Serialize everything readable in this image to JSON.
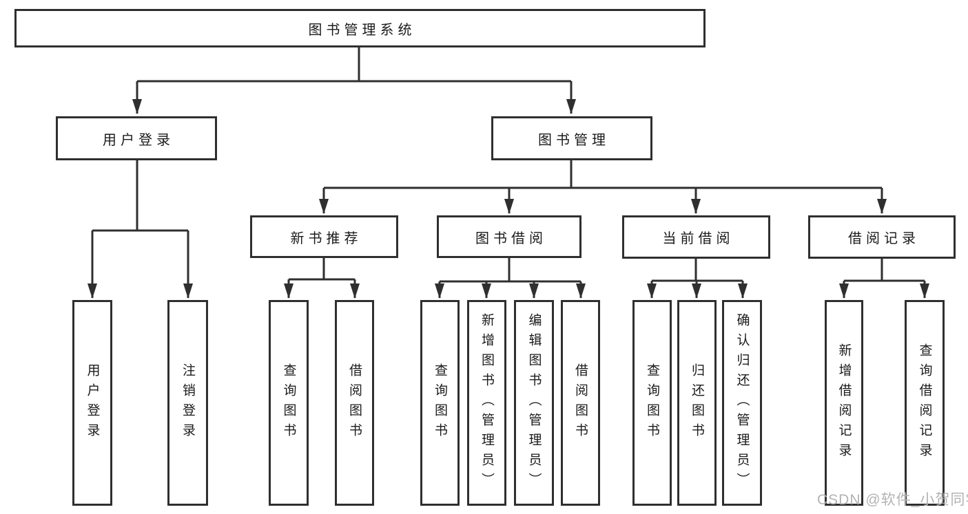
{
  "diagram_title": "图书管理系统",
  "colors": {
    "line": "#2f2f2f",
    "box_border": "#2f2f2f",
    "text": "#1b1b1b",
    "watermark": "#b3b3b3",
    "background": "#ffffff"
  },
  "nodes": {
    "root": {
      "label": "图书管理系统"
    },
    "user_login": {
      "label": "用户登录"
    },
    "book_mgmt": {
      "label": "图书管理"
    },
    "new_book_rec": {
      "label": "新书推荐"
    },
    "book_borrow": {
      "label": "图书借阅"
    },
    "current_borrow": {
      "label": "当前借阅"
    },
    "borrow_record": {
      "label": "借阅记录"
    },
    "leaf_user_login": {
      "label": "用户登录"
    },
    "leaf_logout": {
      "label": "注销登录"
    },
    "leaf_query_book_rec": {
      "label": "查询图书"
    },
    "leaf_borrow_book_rec": {
      "label": "借阅图书"
    },
    "leaf_query_book_borrow": {
      "label": "查询图书"
    },
    "leaf_add_book": {
      "label": "新增图书（管理员）"
    },
    "leaf_edit_book": {
      "label": "编辑图书（管理员）"
    },
    "leaf_borrow_book_borrow": {
      "label": "借阅图书"
    },
    "leaf_query_book_current": {
      "label": "查询图书"
    },
    "leaf_return_book": {
      "label": "归还图书"
    },
    "leaf_confirm_return": {
      "label": "确认归还（管理员）"
    },
    "leaf_add_record": {
      "label": "新增借阅记录"
    },
    "leaf_query_record": {
      "label": "查询借阅记录"
    }
  },
  "watermark": {
    "text": "CSDN @软件_小贺同学"
  }
}
